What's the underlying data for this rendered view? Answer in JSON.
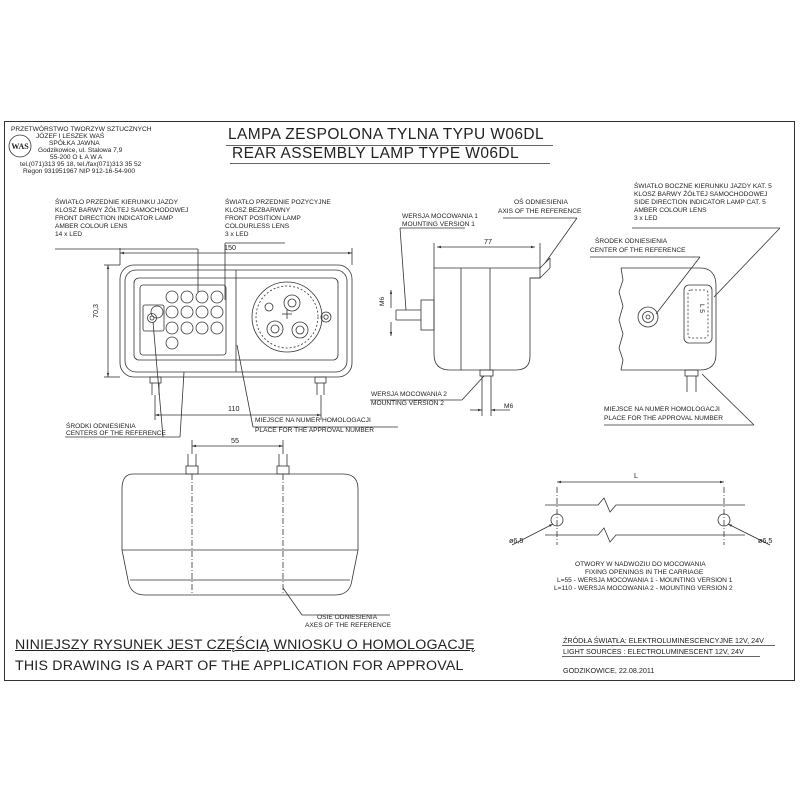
{
  "company": {
    "logo": "WAS",
    "lines": [
      "PRZETWÓRSTWO TWORZYW SZTUCZNYCH",
      "JÓZEF I LESZEK WAŚ",
      "SPÓŁKA JAWNA",
      "Godzikowice, ul. Stalowa 7,9",
      "55-200  O Ł A W A",
      "tel.(071)313 95 18, tel./fax(071)313 35 52",
      "Regon 931951967 NIP 912-16-54-900"
    ]
  },
  "title": {
    "pl": "LAMPA ZESPOLONA TYLNA  TYPU W06DL",
    "en": "REAR ASSEMBLY LAMP TYPE W06DL"
  },
  "labels": {
    "indicator": [
      "ŚWIATŁO PRZEDNIE KIERUNKU JAZDY",
      "KLOSZ BARWY ŻÓŁTEJ SAMOCHODOWEJ",
      "FRONT DIRECTION INDICATOR LAMP",
      "AMBER COLOUR LENS",
      "14 x LED"
    ],
    "position": [
      "ŚWIATŁO PRZEDNIE POZYCYJNE",
      "KLOSZ BEZBARWNY",
      "FRONT POSITION LAMP",
      "COLOURLESS LENS",
      "3 x LED"
    ],
    "mounting1": [
      "WERSJA MOCOWANIA 1",
      "MOUNTING VERSION 1"
    ],
    "reference_axis": [
      "OŚ ODNIESIENIA",
      "AXIS OF THE REFERENCE"
    ],
    "side_indicator": [
      "ŚWIATŁO BOCZNE KIERUNKU JAZDY KAT. 5",
      "KLOSZ BARWY ŻÓŁTEJ SAMOCHODOWEJ",
      "SIDE DIRECTION INDICATOR LAMP CAT. 5",
      "AMBER COLOUR LENS",
      "3 x LED"
    ],
    "center_reference": [
      "ŚRODEK ODNIESIENIA",
      "CENTER OF THE REFERENCE"
    ],
    "centers_reference": [
      "ŚRODKI ODNIESIENIA",
      "CENTERS OF THE REFERENCE"
    ],
    "approval_place_front": [
      "MIEJSCE NA NUMER HOMOLOGACJI",
      "PLACE FOR THE APPROVAL NUMBER"
    ],
    "mounting2": [
      "WERSJA MOCOWANIA 2",
      "MOUNTING VERSION 2"
    ],
    "approval_place_side": [
      "MIEJSCE NA NUMER HOMOLOGACJI",
      "PLACE FOR THE APPROVAL NUMBER"
    ],
    "axes_reference": [
      "OSIE ODNIESIENIA",
      "AXES OF THE REFERENCE"
    ],
    "holes": [
      "OTWORY W NADWOZIU DO MOCOWANIA",
      "FIXING OPENINGS IN THE CARRIAGE",
      "L=55 - WERSJA MOCOWANIA 1 - MOUNTING VERSION 1",
      "L=110 - WERSJA MOCOWANIA 2 - MOUNTING VERSION 2"
    ]
  },
  "dimensions": {
    "width": "150",
    "height": "70,3",
    "pitch": "110",
    "depth": "77",
    "stud_pitch": "55",
    "thread_top": "M6",
    "thread_bottom": "M6",
    "length": "L",
    "hole_left": "ø6,5",
    "hole_right": "ø6,5"
  },
  "lens_marks": {
    "side_code": "L 5"
  },
  "footer": {
    "statement_pl": "NINIEJSZY RYSUNEK JEST CZĘŚCIĄ WNIOSKU O  HOMOLOGACJĘ",
    "statement_en": "THIS DRAWING IS A PART OF THE APPLICATION FOR  APPROVAL",
    "source_pl": "ŹRÓDŁA ŚWIATŁA: ELEKTROLUMINESCENCYJNE  12V, 24V",
    "source_en": "LIGHT SOURCES : ELECTROLUMINESCENT  12V, 24V",
    "place_date": "GODZIKOWICE,  22.08.2011"
  },
  "colors": {
    "line": "#333333",
    "background": "#ffffff"
  }
}
